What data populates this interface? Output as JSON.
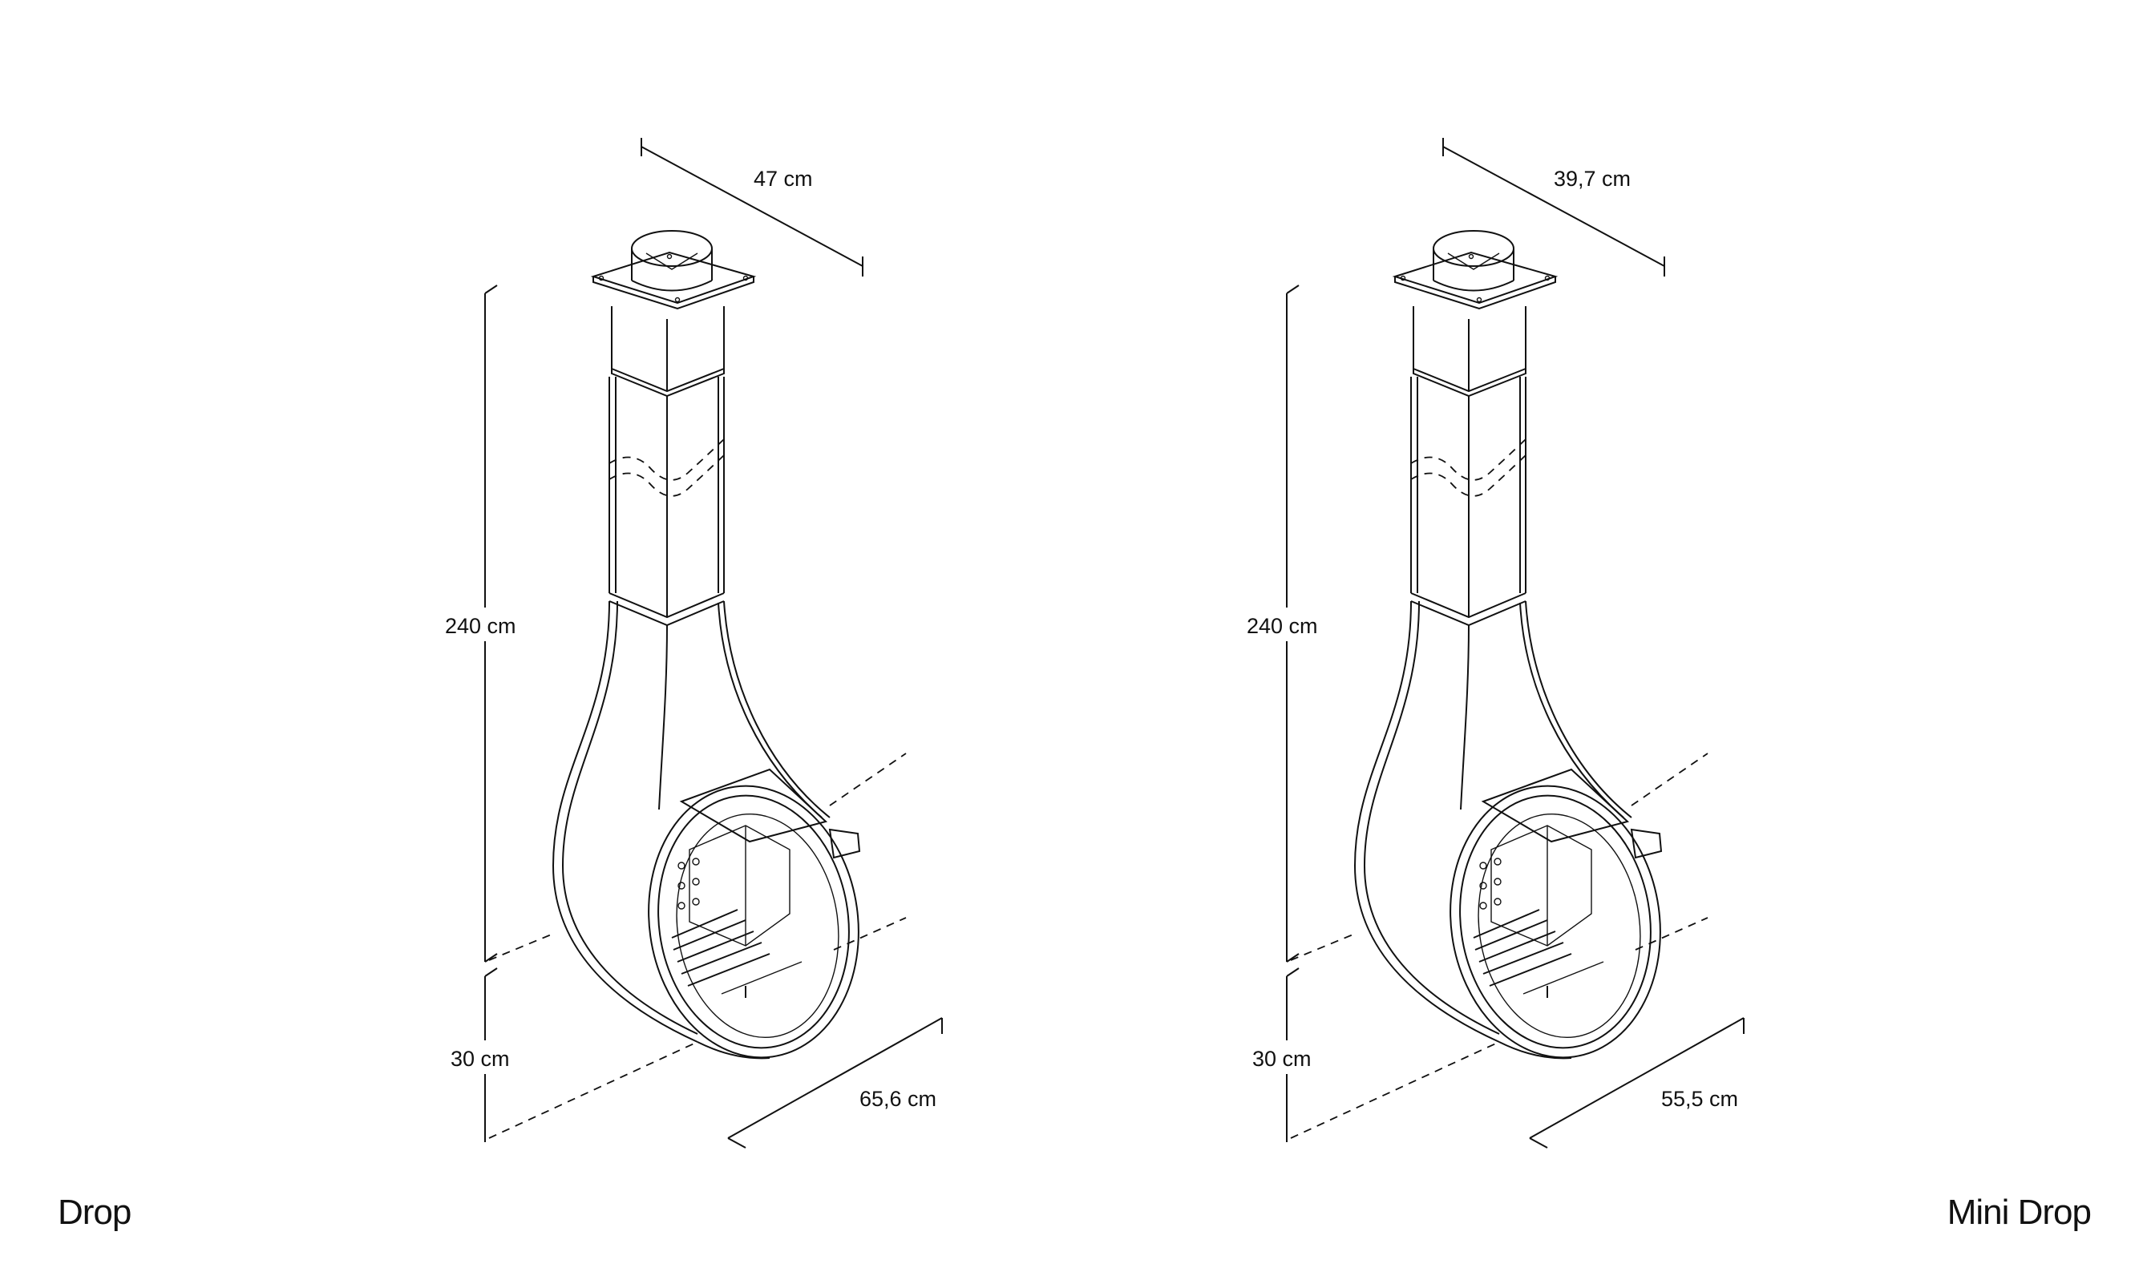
{
  "models": [
    {
      "name": "Drop",
      "dims": {
        "depth": "47 cm",
        "height": "240 cm",
        "floor_gap": "30 cm",
        "width": "65,6 cm"
      }
    },
    {
      "name": "Mini Drop",
      "dims": {
        "depth": "39,7 cm",
        "height": "240 cm",
        "floor_gap": "30 cm",
        "width": "55,5 cm"
      }
    }
  ],
  "colors": {
    "line": "#111111",
    "background": "#ffffff"
  }
}
